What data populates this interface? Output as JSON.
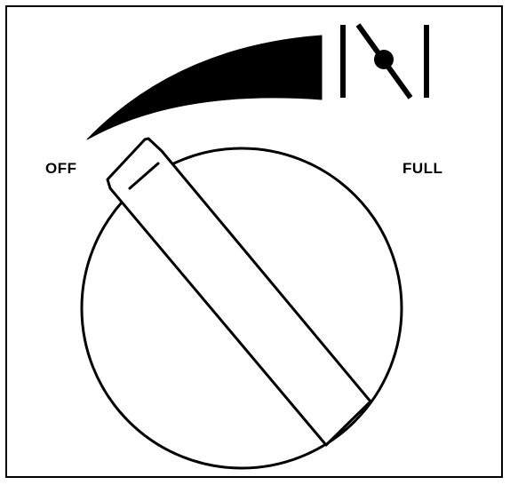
{
  "dial": {
    "min_label": "OFF",
    "max_label": "FULL",
    "indicator_icon": "throttle-valve-icon",
    "ramp_icon": "increasing-wedge-icon",
    "current_setting": "off"
  },
  "colors": {
    "ink": "#000000",
    "background": "#ffffff"
  }
}
